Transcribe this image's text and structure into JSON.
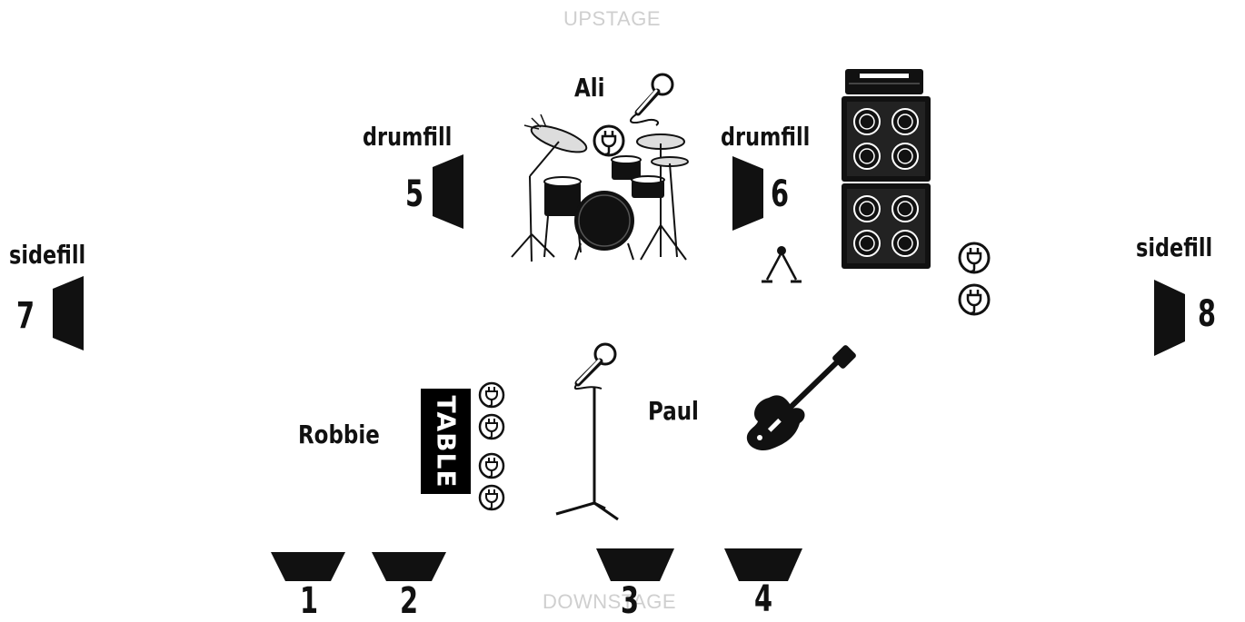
{
  "stage": {
    "upstage": "UPSTAGE",
    "downstage": "DOWNSTAGE"
  },
  "performers": {
    "ali": "Ali",
    "robbie": "Robbie",
    "paul": "Paul"
  },
  "drumfills": [
    {
      "label": "drumfill",
      "number": "5"
    },
    {
      "label": "drumfill",
      "number": "6"
    }
  ],
  "sidefills": [
    {
      "label": "sidefill",
      "number": "7"
    },
    {
      "label": "sidefill",
      "number": "8"
    }
  ],
  "wedges": [
    "1",
    "2",
    "3",
    "4"
  ],
  "table": {
    "label": "TABLE"
  },
  "colors": {
    "ink": "#111111",
    "faint": "#cfcfcf",
    "background": "#ffffff"
  }
}
